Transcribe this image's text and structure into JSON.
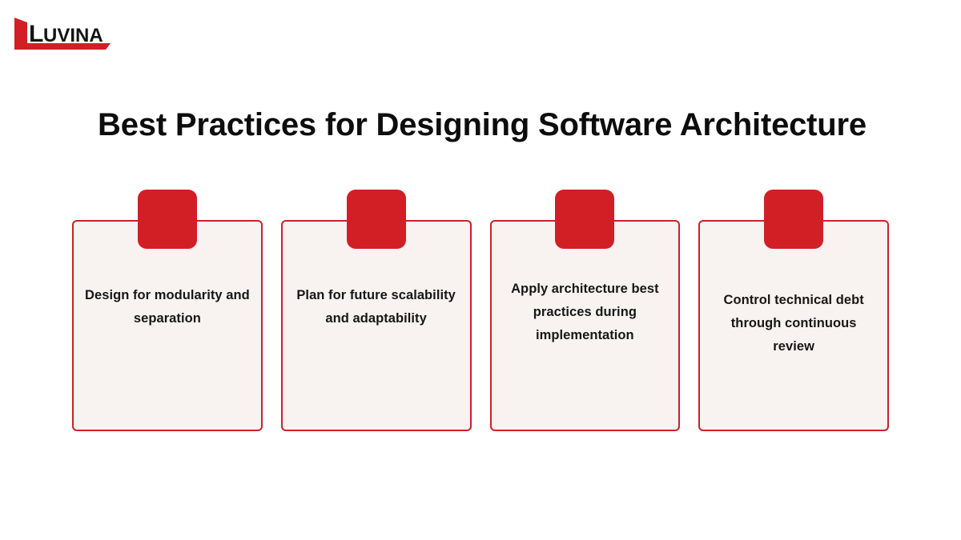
{
  "brand": {
    "name": "LUVINA",
    "name_lead": "L",
    "name_rest": "UVINA",
    "accent_color": "#D21F26"
  },
  "page": {
    "title": "Best Practices for Designing Software Architecture",
    "background_color": "#FFFFFF"
  },
  "theme": {
    "card_background": "#F8F2F1",
    "card_border": "#CE2027",
    "tab_color": "#D21F26",
    "text_color": "#171717"
  },
  "cards": [
    {
      "text": "Design for modularity and separation"
    },
    {
      "text": "Plan for future scalability and adaptability"
    },
    {
      "text": "Apply architecture best practices during implementation"
    },
    {
      "text": "Control technical debt through continuous review"
    }
  ]
}
